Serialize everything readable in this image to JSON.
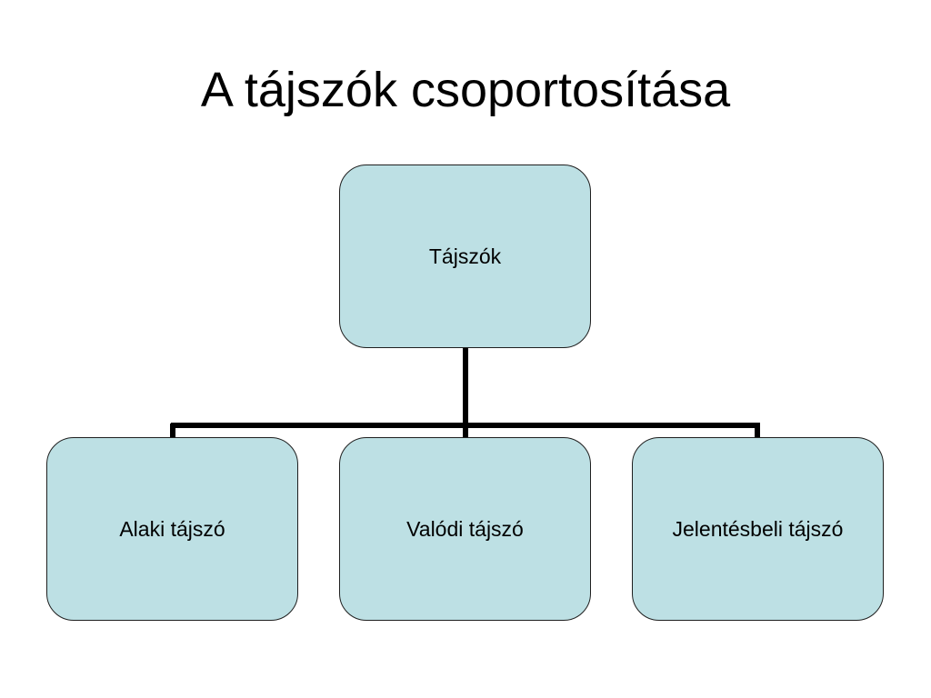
{
  "slide": {
    "title": "A tájszók csoportosítása"
  },
  "diagram": {
    "root": {
      "label": "Tájszók"
    },
    "children": [
      {
        "label": "Alaki tájszó"
      },
      {
        "label": "Valódi tájszó"
      },
      {
        "label": "Jelentésbeli tájszó"
      }
    ]
  },
  "colors": {
    "node_fill": "#bde0e4",
    "node_border": "#1f1f1f",
    "connector": "#000000"
  }
}
